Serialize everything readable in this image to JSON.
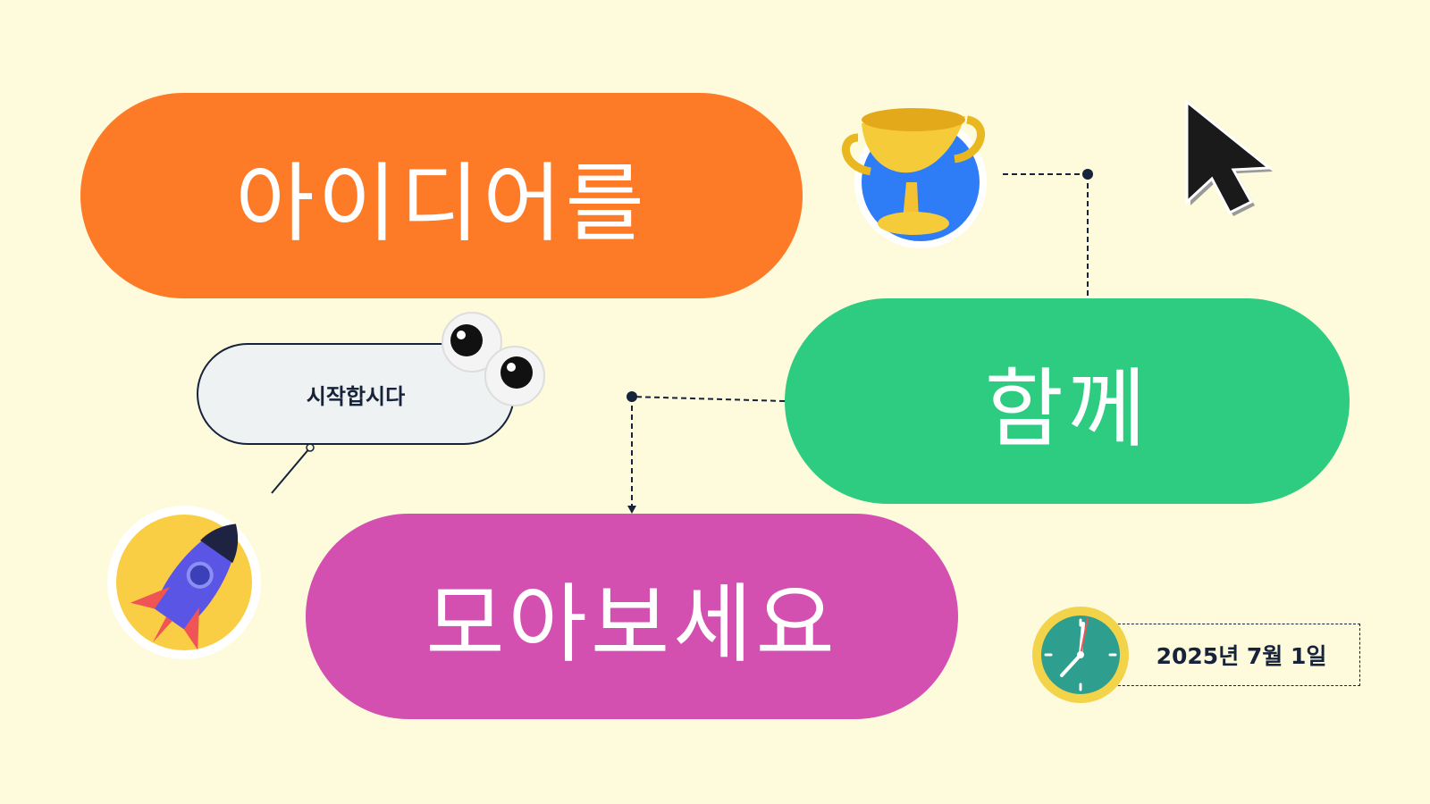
{
  "slide": {
    "headline_1": "아이디어를",
    "headline_2": "함께",
    "headline_3": "모아보세요",
    "start_label": "시작합시다",
    "date": "2025년 7월 1일"
  },
  "icons": [
    "trophy-icon",
    "cursor-icon",
    "googly-eyes-icon",
    "rocket-icon",
    "clock-icon"
  ],
  "colors": {
    "background": "#FDFBDB",
    "orange": "#FD7A27",
    "green": "#2ECC80",
    "magenta": "#D350B1",
    "navy": "#17223B"
  }
}
